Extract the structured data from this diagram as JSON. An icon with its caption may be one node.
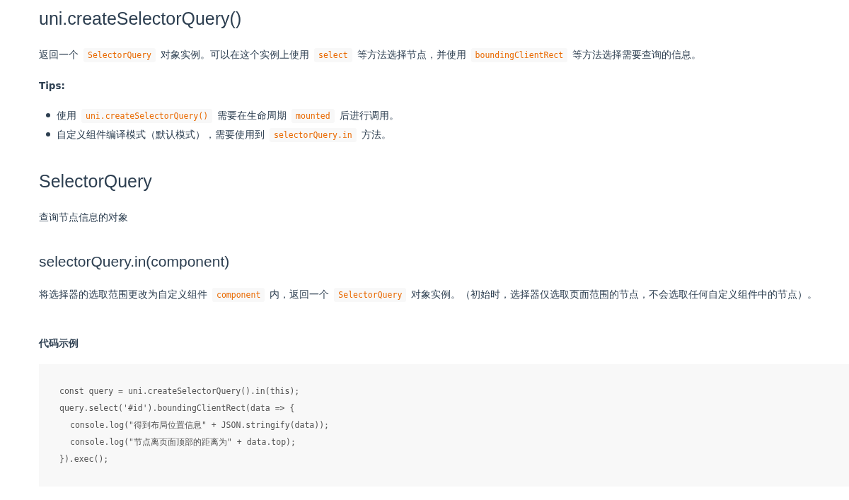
{
  "diagram": {
    "labels": [
      "uni.createSelectorQuery()",
      "返回一个",
      "SelectorQuery",
      "对象实例。可以在这个实例上使用",
      "select",
      "等方法选择节点，并使用",
      "boundingClientRect",
      "等方法选择需要查询的信息。",
      "Tips:",
      "使用",
      "uni.createSelectorQuery()",
      "需要在生命周期",
      "mounted",
      "后进行调用。",
      "自定义组件编译模式（默认模式），需要使用到",
      "selectorQuery.in",
      "方法。",
      "SelectorQuery",
      "查询节点信息的对象",
      "selectorQuery.in(component)",
      "将选择器的选取范围更改为自定义组件",
      "component",
      "内，返回一个",
      "SelectorQuery",
      "对象实例。（初始时，选择器仅选取页面范围的节点，不会选取任何自定义组件中的节点）。",
      "代码示例",
      "const query = uni.createSelectorQuery().in(this);",
      "query.select('#id').boundingClientRect(data => {",
      "console.log(\"得到布局位置信息\" + JSON.stringify(data));",
      "console.log(\"节点离页面顶部的距离为\" + data.top);",
      "}).exec();"
    ]
  }
}
